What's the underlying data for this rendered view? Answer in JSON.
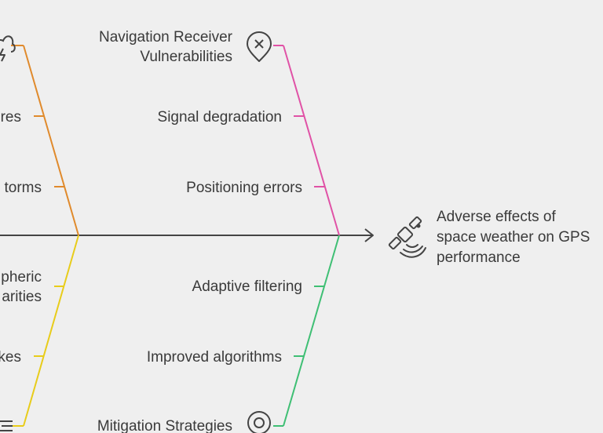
{
  "effect": {
    "lines": [
      "Adverse effects of",
      "space weather on GPS",
      "performance"
    ],
    "icon": "satellite-icon"
  },
  "categories": {
    "top_left": {
      "icon": "storm-cloud-icon",
      "color": "#e08a2c",
      "causes": [
        "res",
        "torms"
      ]
    },
    "top_right": {
      "title_lines": [
        "Navigation Receiver",
        "Vulnerabilities"
      ],
      "icon": "location-x-icon",
      "color": "#e052a6",
      "causes": [
        "Signal degradation",
        "Positioning errors"
      ]
    },
    "bottom_left": {
      "icon": "list-icon",
      "color": "#e8cc1a",
      "causes_multiline": [
        "pheric",
        "arities"
      ],
      "causes": [
        "kes"
      ]
    },
    "bottom_right": {
      "title": "Mitigation Strategies",
      "icon": "target-icon",
      "color": "#3fbf74",
      "causes": [
        "Adaptive filtering",
        "Improved algorithms"
      ]
    }
  },
  "spine_color": "#444444"
}
